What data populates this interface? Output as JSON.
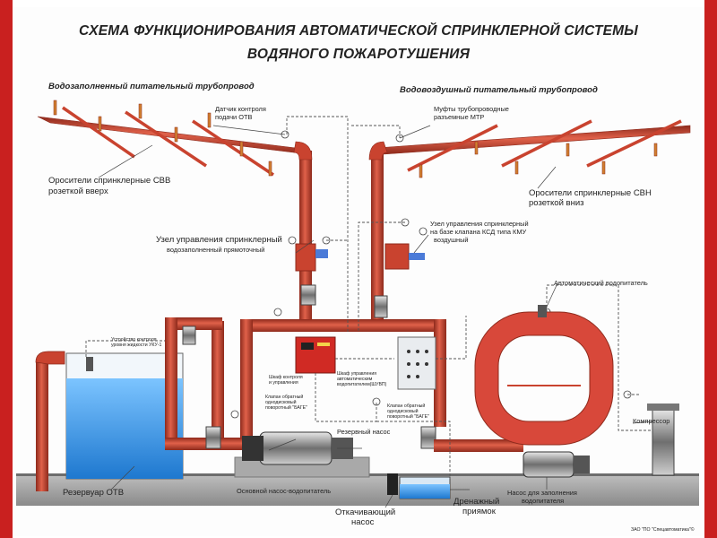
{
  "title": {
    "line1": "СХЕМА ФУНКЦИОНИРОВАНИЯ АВТОМАТИЧЕСКОЙ СПРИНКЛЕРНОЙ СИСТЕМЫ",
    "line2": "ВОДЯНОГО ПОЖАРОТУШЕНИЯ"
  },
  "labels": {
    "wet_pipeline": "Водозаполненный питательный трубопровод",
    "air_pipeline": "Водовоздушный питательный трубопровод",
    "flow_sensor_1": "Датчик контроля",
    "flow_sensor_2": "подачи ОТВ",
    "couplings_1": "Муфты трубопроводные",
    "couplings_2": "разъемные МТР",
    "sprinklers_up_1": "Оросители спринклерные СВВ",
    "sprinklers_up_2": "розеткой вверх",
    "sprinklers_down_1": "Оросители спринклерные СВН",
    "sprinklers_down_2": "розеткой вниз",
    "node_wet_1": "Узел управления спринклерный",
    "node_wet_2": "водозаполненный прямоточный",
    "node_air_1": "Узел управления спринклерный",
    "node_air_2": "на базе клапана КСД типа КМУ",
    "node_air_3": "воздушный",
    "auto_feeder": "Автоматический водопитатель",
    "level_control_1": "Устройство контроля",
    "level_control_2": "уровня жидкости УКУ-1",
    "control_cabinet_1": "Шкаф контроля",
    "control_cabinet_2": "и управления",
    "auto_cabinet_1": "Шкаф управления",
    "auto_cabinet_2": "автоматическим",
    "auto_cabinet_3": "водопитателем(ШУВП)",
    "check_valve_1_a": "Клапан обратный",
    "check_valve_1_b": "однодисковый",
    "check_valve_1_c": "поворотный \"БАГЕ\"",
    "check_valve_2_a": "Клапан обратный",
    "check_valve_2_b": "однодисковый",
    "check_valve_2_c": "поворотный \"БАГЕ\"",
    "reserve_pump": "Резервный насос",
    "main_pump": "Основной насос-водопитатель",
    "compressor": "Компрессор",
    "reservoir": "Резервуар ОТВ",
    "drain_pump_1": "Откачивающий",
    "drain_pump_2": "насос",
    "drain_pit_1": "Дренажный",
    "drain_pit_2": "приямок",
    "fill_pump_1": "Насос для заполнения",
    "fill_pump_2": "водопитателя",
    "copyright": "ЗАО \"ПО \"Спецавтоматика\"©"
  },
  "colors": {
    "pipe": "#c9432f",
    "pipe_dark": "#8e2a1c",
    "water": "#2f8fe0",
    "frame_red": "#c9201f",
    "ground": "#9a9a9a"
  }
}
